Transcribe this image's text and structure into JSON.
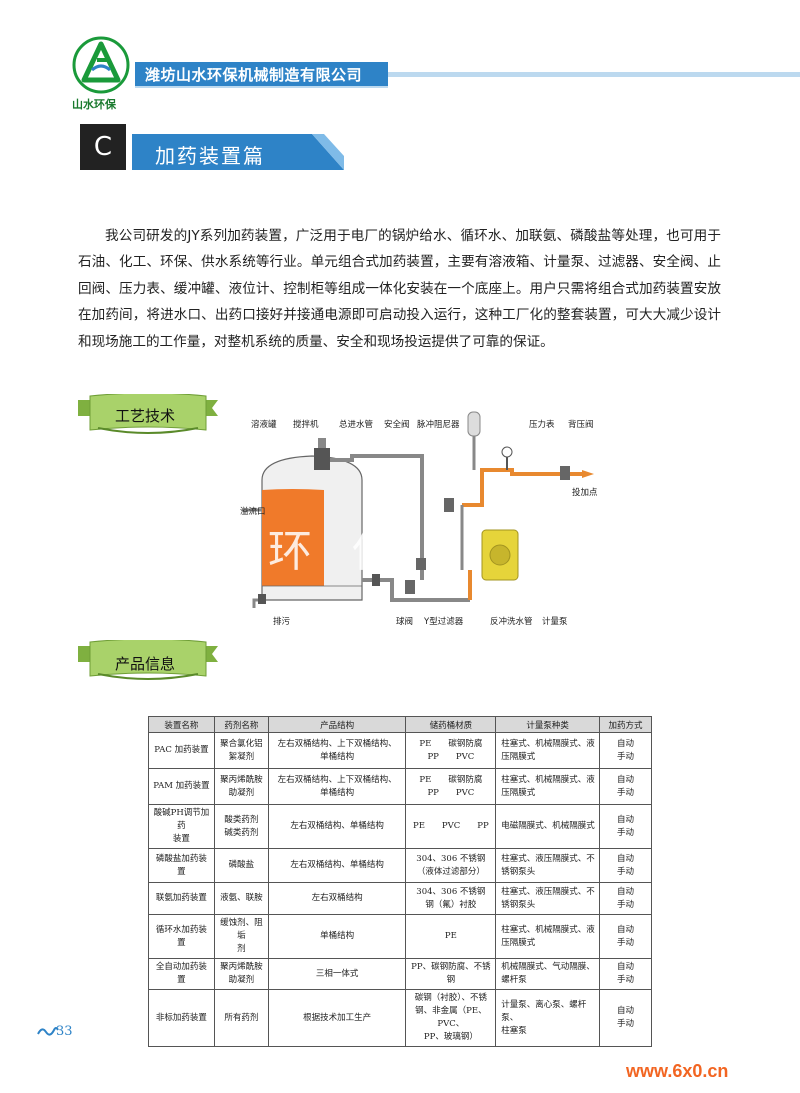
{
  "header": {
    "logo_text": "山水环保",
    "company_name": "潍坊山水环保机械制造有限公司"
  },
  "section": {
    "letter": "C",
    "title": "加药装置篇"
  },
  "intro": "我公司研发的JY系列加药装置，广泛用于电厂的锅炉给水、循环水、加联氨、磷酸盐等处理，也可用于石油、化工、环保、供水系统等行业。单元组合式加药装置，主要有溶液箱、计量泵、过滤器、安全阀、止回阀、压力表、缓冲罐、液位计、控制柜等组成一体化安装在一个底座上。用户只需将组合式加药装置安放在加药间，将进水口、出药口接好并接通电源即可启动投入运行，这种工厂化的整套装置，可大大减少设计和现场施工的工作量，对整机系统的质量、安全和现场投运提供了可靠的保证。",
  "ribbons": {
    "process": "工艺技术",
    "product": "产品信息"
  },
  "diagram": {
    "watermark": "环保",
    "labels": {
      "tank": "溶液罐",
      "mixer": "搅拌机",
      "inlet": "总进水管",
      "safety_valve": "安全阀",
      "damper": "脉冲阻尼器",
      "pressure_gauge": "压力表",
      "back_valve": "背压阀",
      "dosing_point": "投加点",
      "overflow": "溢流口",
      "drain": "排污",
      "ball_valve": "球阀",
      "y_filter": "Y型过滤器",
      "backwash": "反冲洗水管",
      "pump": "计量泵"
    }
  },
  "table": {
    "headers": [
      "装置名称",
      "药剂名称",
      "产品结构",
      "储药桶材质",
      "计量泵种类",
      "加药方式"
    ],
    "rows": [
      [
        "PAC 加药装置",
        "聚合氯化铝\n絮凝剂",
        "左右双桶结构、上下双桶结构、\n单桶结构",
        "PE　　碳钢防腐\nPP　　PVC",
        "柱塞式、机械隔膜式、液\n压隔膜式",
        "自动\n手动"
      ],
      [
        "PAM 加药装置",
        "聚丙烯酰胺\n助凝剂",
        "左右双桶结构、上下双桶结构、\n单桶结构",
        "PE　　碳钢防腐\nPP　　PVC",
        "柱塞式、机械隔膜式、液\n压隔膜式",
        "自动\n手动"
      ],
      [
        "酸碱PH调节加药\n装置",
        "酸类药剂\n碱类药剂",
        "左右双桶结构、单桶结构",
        "PE　　PVC　　PP",
        "电磁隔膜式、机械隔膜式",
        "自动\n手动"
      ],
      [
        "磷酸盐加药装置",
        "磷酸盐",
        "左右双桶结构、单桶结构",
        "304、306 不锈钢\n（液体过滤部分）",
        "柱塞式、液压隔膜式、不\n锈钢泵头",
        "自动\n手动"
      ],
      [
        "联氨加药装置",
        "液氨、联胺",
        "左右双桶结构",
        "304、306 不锈钢\n钢（氟）衬胶",
        "柱塞式、液压隔膜式、不\n锈钢泵头",
        "自动\n手动"
      ],
      [
        "循环水加药装置",
        "缓蚀剂、阻垢\n剂",
        "单桶结构",
        "PE",
        "柱塞式、机械隔膜式、液\n压隔膜式",
        "自动\n手动"
      ],
      [
        "全自动加药装置",
        "聚丙烯酰胺\n助凝剂",
        "三相一体式",
        "PP、碳钢防腐、不锈\n钢",
        "机械隔膜式、气动隔膜、\n螺杆泵",
        "自动\n手动"
      ],
      [
        "非标加药装置",
        "所有药剂",
        "根据技术加工生产",
        "碳钢（衬胶）、不锈\n钢、非金属（PE、PVC、\nPP、玻璃钢）",
        "计量泵、离心泵、螺杆泵、\n柱塞泵",
        "自动\n手动"
      ]
    ]
  },
  "footer": {
    "page_number": "33",
    "site": "www.6x0.cn"
  }
}
